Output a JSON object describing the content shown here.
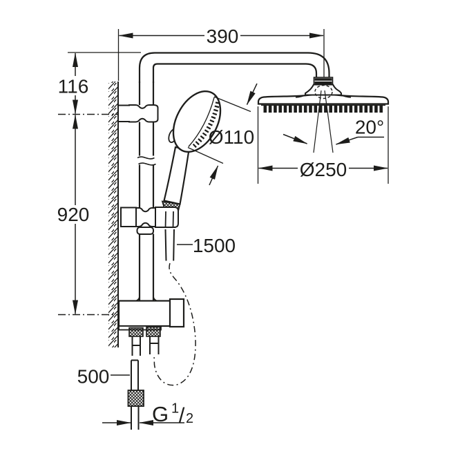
{
  "drawing": {
    "kind": "shower-system dimension drawing",
    "colors": {
      "line": "#1d1d1b",
      "background": "#ffffff"
    },
    "dimensions": {
      "arm_width": "390",
      "top_offset": "116",
      "rail_height": "920",
      "shower_hose_length": "1500",
      "supply_hose_length": "500",
      "hand_shower_diameter": "Ø110",
      "head_shower_diameter": "Ø250",
      "head_shower_angle": "20°",
      "thread_letter": "G",
      "thread_numerator": "1",
      "thread_slash": "/",
      "thread_denominator": "2"
    }
  }
}
